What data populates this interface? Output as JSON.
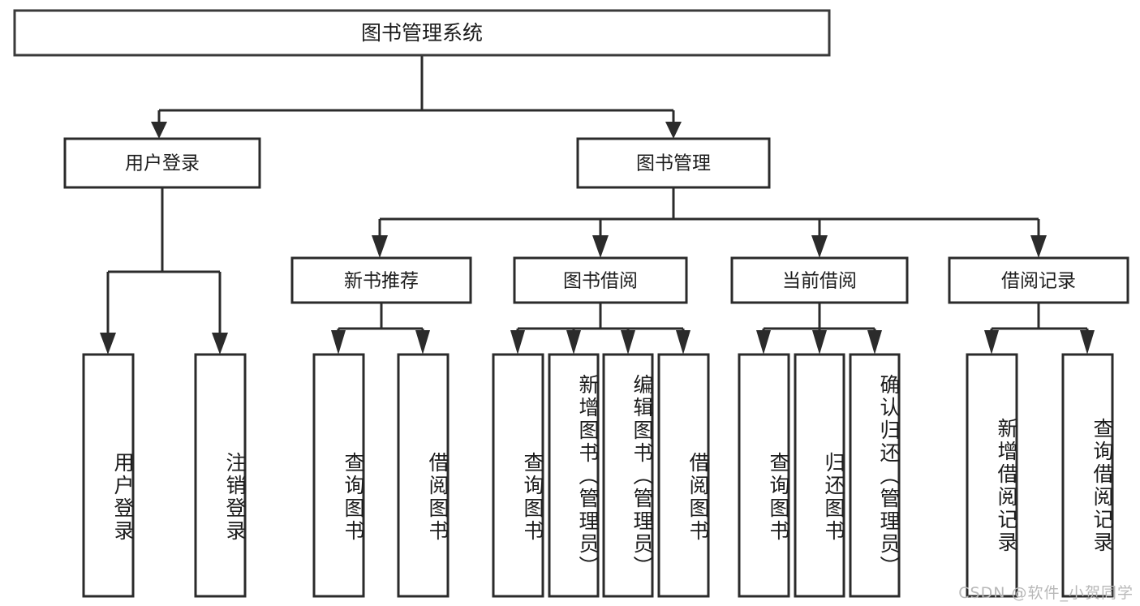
{
  "diagram": {
    "type": "hierarchy-tree",
    "title": "图书管理系统",
    "watermark": "CSDN @软件_小贺同学",
    "colors": {
      "background": "#ffffff",
      "stroke": "#2b2b2b",
      "text": "#1c1c1c",
      "watermark": "#b8b8b8"
    },
    "root": {
      "label": "图书管理系统",
      "orientation": "horizontal"
    },
    "level2": [
      {
        "id": "user-login",
        "label": "用户登录",
        "orientation": "horizontal"
      },
      {
        "id": "book-management",
        "label": "图书管理",
        "orientation": "horizontal"
      }
    ],
    "level3": [
      {
        "id": "new-book-recommend",
        "label": "新书推荐",
        "parent": "book-management",
        "orientation": "horizontal"
      },
      {
        "id": "book-borrow",
        "label": "图书借阅",
        "parent": "book-management",
        "orientation": "horizontal"
      },
      {
        "id": "current-borrow",
        "label": "当前借阅",
        "parent": "book-management",
        "orientation": "horizontal"
      },
      {
        "id": "borrow-record",
        "label": "借阅记录",
        "parent": "book-management",
        "orientation": "horizontal"
      }
    ],
    "leaves": [
      {
        "id": "leaf-user-login",
        "label": "用户登录",
        "parent": "user-login",
        "orientation": "vertical"
      },
      {
        "id": "leaf-user-logout",
        "label": "注销登录",
        "parent": "user-login",
        "orientation": "vertical"
      },
      {
        "id": "leaf-query-book-1",
        "label": "查询图书",
        "parent": "new-book-recommend",
        "orientation": "vertical"
      },
      {
        "id": "leaf-borrow-book-1",
        "label": "借阅图书",
        "parent": "new-book-recommend",
        "orientation": "vertical"
      },
      {
        "id": "leaf-query-book-2",
        "label": "查询图书",
        "parent": "book-borrow",
        "orientation": "vertical"
      },
      {
        "id": "leaf-add-book",
        "label": "新增图书（管理员）",
        "parent": "book-borrow",
        "orientation": "vertical"
      },
      {
        "id": "leaf-edit-book",
        "label": "编辑图书（管理员）",
        "parent": "book-borrow",
        "orientation": "vertical"
      },
      {
        "id": "leaf-borrow-book-2",
        "label": "借阅图书",
        "parent": "book-borrow",
        "orientation": "vertical"
      },
      {
        "id": "leaf-query-book-3",
        "label": "查询图书",
        "parent": "current-borrow",
        "orientation": "vertical"
      },
      {
        "id": "leaf-return-book",
        "label": "归还图书",
        "parent": "current-borrow",
        "orientation": "vertical"
      },
      {
        "id": "leaf-confirm-return",
        "label": "确认归还（管理员）",
        "parent": "current-borrow",
        "orientation": "vertical"
      },
      {
        "id": "leaf-add-record",
        "label": "新增借阅记录",
        "parent": "borrow-record",
        "orientation": "vertical"
      },
      {
        "id": "leaf-query-record",
        "label": "查询借阅记录",
        "parent": "borrow-record",
        "orientation": "vertical"
      }
    ]
  }
}
